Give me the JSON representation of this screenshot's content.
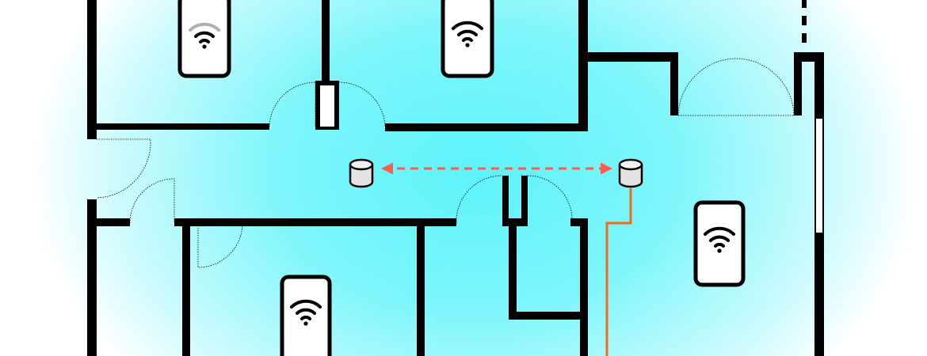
{
  "diagram": {
    "colors": {
      "signal_center": "#5ff3fb",
      "signal_mid": "#9af8fc",
      "background": "#ffffff",
      "walls": "#000000",
      "link": "#ff5b4f",
      "cable": "#f26b1d",
      "node_fill": "#e3e3e3",
      "device_fill": "#ffffff"
    },
    "mesh_nodes": [
      {
        "id": "node-left",
        "shape": "cylinder"
      },
      {
        "id": "node-right",
        "shape": "cylinder",
        "wired": true
      }
    ],
    "wireless_link": {
      "style": "dashed",
      "arrows": "both",
      "from": "node-left",
      "to": "node-right"
    },
    "devices": [
      {
        "id": "phone-top-left",
        "icon": "wifi-icon",
        "signal": "weak"
      },
      {
        "id": "phone-top-center",
        "icon": "wifi-icon",
        "signal": "strong"
      },
      {
        "id": "phone-right",
        "icon": "wifi-icon",
        "signal": "strong"
      },
      {
        "id": "phone-bottom-left",
        "icon": "wifi-icon",
        "signal": "strong"
      }
    ]
  }
}
